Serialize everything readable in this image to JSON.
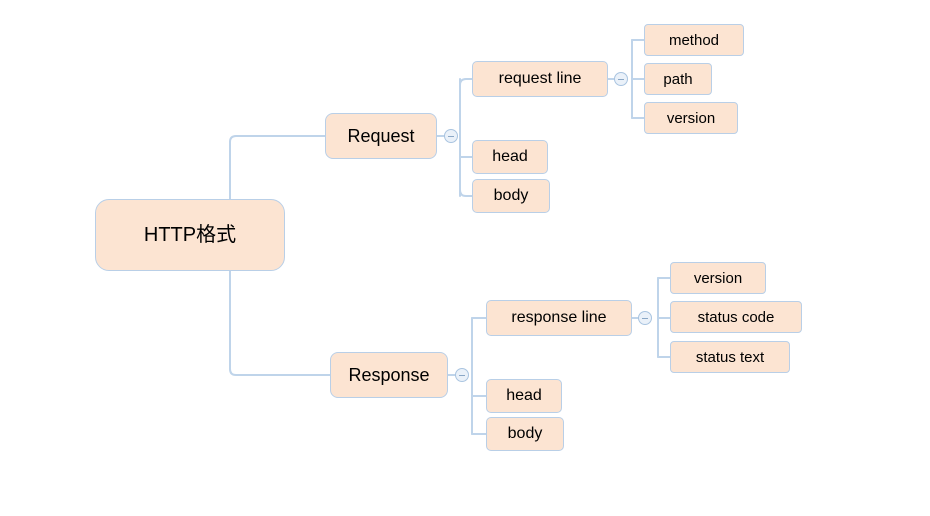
{
  "diagram": {
    "title": "HTTP格式",
    "type": "mind-map",
    "colors": {
      "node_fill": "#fce4d2",
      "node_border": "#b9cfe7",
      "link_stroke": "#bfd4ea",
      "toggle_fill": "#eaf1f9",
      "toggle_border": "#a9c4e0",
      "background": "#ffffff",
      "text": "#000000"
    },
    "root": {
      "label": "HTTP格式"
    },
    "branches": [
      {
        "label": "Request",
        "toggle": "collapse-icon",
        "children": [
          {
            "label": "request line",
            "toggle": "collapse-icon",
            "children": [
              {
                "label": "method"
              },
              {
                "label": "path"
              },
              {
                "label": "version"
              }
            ]
          },
          {
            "label": "head",
            "children": []
          },
          {
            "label": "body",
            "children": []
          }
        ]
      },
      {
        "label": "Response",
        "toggle": "collapse-icon",
        "children": [
          {
            "label": "response line",
            "toggle": "collapse-icon",
            "children": [
              {
                "label": "version"
              },
              {
                "label": "status code"
              },
              {
                "label": "status text"
              }
            ]
          },
          {
            "label": "head",
            "children": []
          },
          {
            "label": "body",
            "children": []
          }
        ]
      }
    ]
  }
}
